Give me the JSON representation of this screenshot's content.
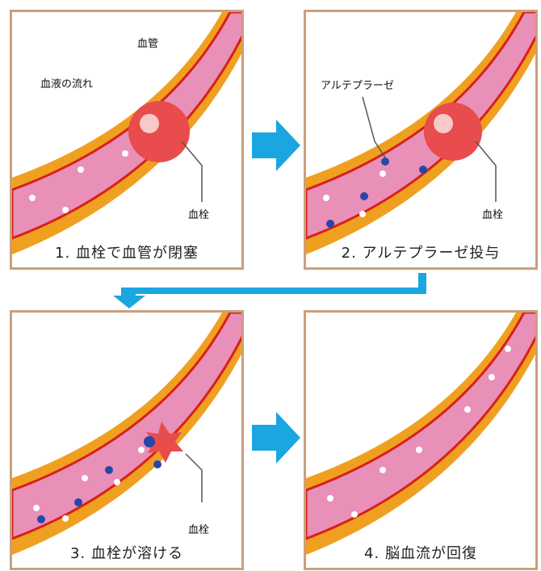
{
  "panels": [
    {
      "caption": "1. 血栓で血管が閉塞",
      "labels": {
        "vessel": "血管",
        "flow": "血液の流れ",
        "clot": "血栓"
      }
    },
    {
      "caption": "2. アルテプラーゼ投与",
      "labels": {
        "drug": "アルテプラーゼ",
        "clot": "血栓"
      }
    },
    {
      "caption": "3. 血栓が溶ける",
      "labels": {
        "clot": "血栓"
      }
    },
    {
      "caption": "4. 脳血流が回復",
      "labels": {}
    }
  ],
  "colors": {
    "vessel_wall": "#f0a020",
    "vessel_inner_line": "#d8201a",
    "blood": "#e890b8",
    "clot": "#e84c4c",
    "drug_particle": "#2846a8",
    "arrow": "#1aa6e0",
    "panel_border": "#c9a07e"
  }
}
